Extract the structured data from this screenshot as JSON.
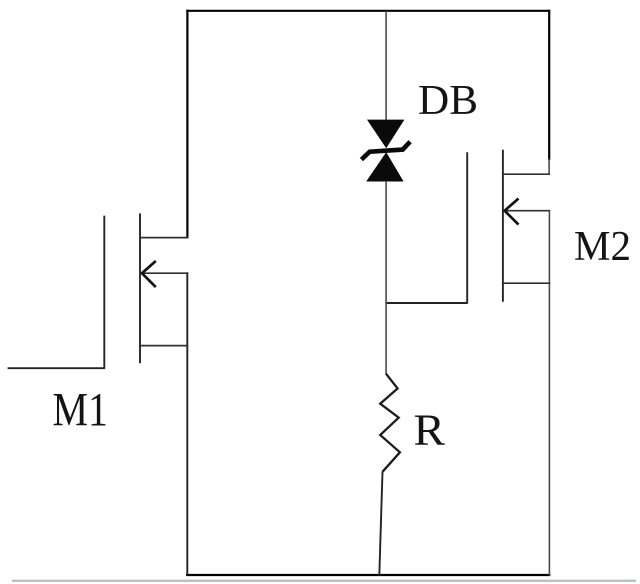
{
  "figure": {
    "kind": "circuit-schematic",
    "labels": {
      "m1": "M1",
      "m2": "M2",
      "db": "DB",
      "r": "R"
    },
    "colors": {
      "background": "#ffffff",
      "outline": "#000000",
      "wire": "#4a4a4a",
      "wire_dark": "#232323",
      "symbol_stroke": "#262626",
      "stub": "#303030",
      "arrow": "#111111",
      "resistor": "#1d1d1d",
      "symbol_fill": "#0a0a0a",
      "label": "#141414",
      "divider": "#bcc0c2"
    }
  }
}
